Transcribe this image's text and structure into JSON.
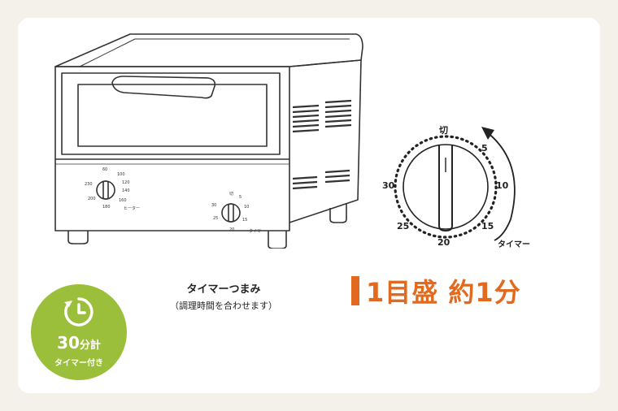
{
  "oven": {
    "heater_dial": {
      "label": "ヒーター",
      "ticks": [
        "60",
        "100",
        "120",
        "140",
        "160",
        "180",
        "200",
        "230"
      ]
    },
    "timer_dial": {
      "label": "タイマー",
      "ticks": [
        "切",
        "5",
        "10",
        "15",
        "20",
        "25",
        "30"
      ]
    }
  },
  "timer_knob": {
    "marks": [
      "切",
      "5",
      "10",
      "15",
      "20",
      "25",
      "30"
    ],
    "arrow_label": "タイマー"
  },
  "caption": {
    "title": "タイマーつまみ",
    "subtitle": "（調理時間を合わせます）"
  },
  "headline": "1目盛 約1分",
  "badge": {
    "number": "30",
    "unit": "分計",
    "sub": "タイマー付き",
    "icon": "clock-icon"
  },
  "colors": {
    "accent_orange": "#e26a1f",
    "badge_green": "#9bbf3a",
    "background": "#f4f1ea"
  }
}
